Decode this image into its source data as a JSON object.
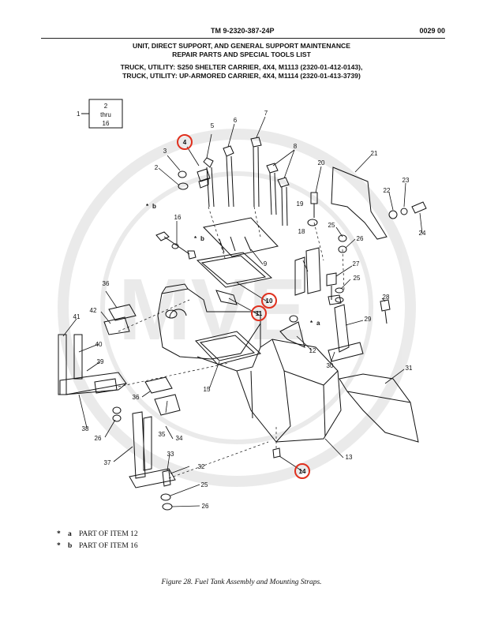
{
  "header": {
    "tm_number": "TM 9-2320-387-24P",
    "page_id": "0029 00",
    "title_line1": "UNIT, DIRECT SUPPORT, AND GENERAL SUPPORT MAINTENANCE",
    "title_line2": "REPAIR PARTS AND SPECIAL TOOLS LIST",
    "title_line3": "TRUCK, UTILITY: S250 SHELTER CARRIER, 4X4, M1113 (2320-01-412-0143),",
    "title_line4": "TRUCK, UTILITY: UP-ARMORED CARRIER, 4X4, M1114 (2320-01-413-3739)"
  },
  "kit_box": {
    "item": "1",
    "line1": "2",
    "line2": "thru",
    "line3": "16"
  },
  "callouts": {
    "c2": "2",
    "c3": "3",
    "c4": "4",
    "c5": "5",
    "c6": "6",
    "c7": "7",
    "c8": "8",
    "c9": "9",
    "c10": "10",
    "c11": "11",
    "c12": "12",
    "c13": "13",
    "c14": "14",
    "c15": "15",
    "c16": "16",
    "c18": "18",
    "c19": "19",
    "c20": "20",
    "c21": "21",
    "c22": "22",
    "c23": "23",
    "c24": "24",
    "c25a": "25",
    "c25b": "25",
    "c25c": "25",
    "c26a": "26",
    "c26b": "26",
    "c26c": "26",
    "c27": "27",
    "c28": "28",
    "c29": "29",
    "c30": "30",
    "c31": "31",
    "c32": "32",
    "c33": "33",
    "c34": "34",
    "c35": "35",
    "c36a": "36",
    "c36b": "36",
    "c37": "37",
    "c38": "38",
    "c39": "39",
    "c40": "40",
    "c41": "41",
    "c42": "42",
    "pa": "a",
    "pb1": "b",
    "pb2": "b"
  },
  "notes": [
    {
      "symbol": "*",
      "key": "a",
      "text": "PART OF ITEM  12"
    },
    {
      "symbol": "*",
      "key": "b",
      "text": "PART OF ITEM  16"
    }
  ],
  "caption": "Figure 28.  Fuel Tank Assembly and Mounting Straps.",
  "colors": {
    "ink": "#111111",
    "highlight": "#e0301e"
  }
}
